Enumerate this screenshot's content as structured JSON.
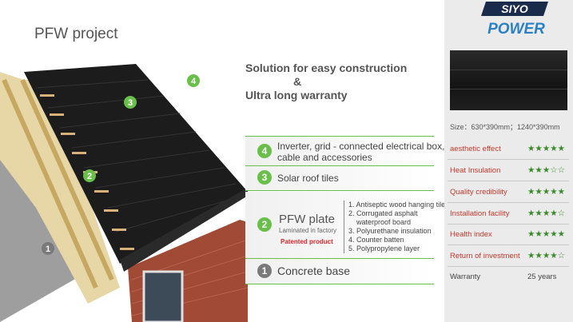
{
  "page_title": "PFW project",
  "headline": {
    "line1": "Solution for easy construction",
    "line2": "&",
    "line3": "Ultra long warranty"
  },
  "illustration_markers": [
    "4",
    "3",
    "2",
    "1"
  ],
  "layers": [
    {
      "number": "4",
      "text_line1": "Inverter, grid - connected electrical box,",
      "text_line2": "cable and accessories"
    },
    {
      "number": "3",
      "text": "Solar roof tiles"
    },
    {
      "number": "2",
      "title": "PFW plate",
      "subtitle": "Laminated in factory",
      "badge": "Patented product",
      "items": [
        "1. Antiseptic wood hanging tile",
        "2. Corrugated asphalt",
        "waterproof board",
        "3. Polyurethane insulation",
        "4. Counter batten",
        "5. Polypropylene layer"
      ]
    },
    {
      "number": "1",
      "text": "Concrete base"
    }
  ],
  "logo": {
    "line1": "SIYO",
    "line2": "POWER"
  },
  "size_text": "Size：630*390mm；1240*390mm",
  "specs": [
    {
      "label": "aesthetic effect",
      "value": "★★★★★"
    },
    {
      "label": "Heat Insulation",
      "value": "★★★☆☆"
    },
    {
      "label": "Quality credibility",
      "value": "★★★★★"
    },
    {
      "label": "Installation facility",
      "value": "★★★★☆"
    },
    {
      "label": "Health index",
      "value": "★★★★★"
    },
    {
      "label": "Return of investment",
      "value": "★★★★☆"
    },
    {
      "label": "Warranty",
      "value": "25 years"
    }
  ],
  "colors": {
    "accent_green": "#6abf4b",
    "label_red": "#c0392b",
    "star_green": "#3a8a2a"
  }
}
